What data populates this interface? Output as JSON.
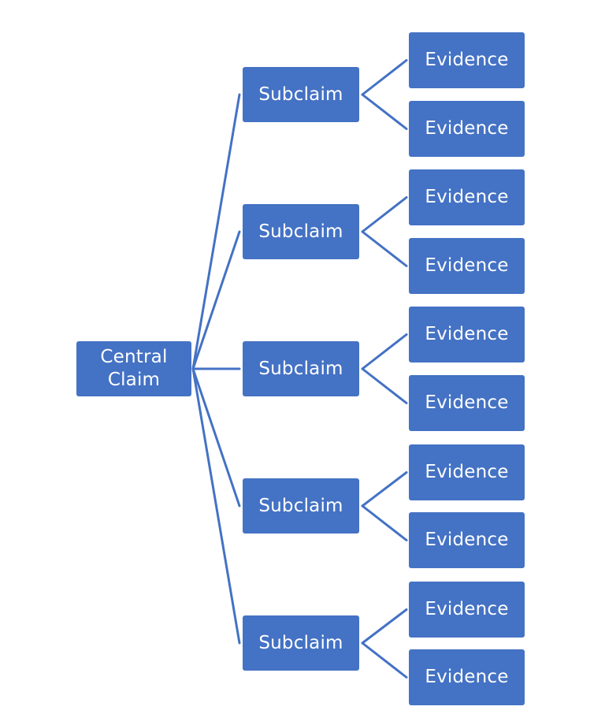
{
  "colors": {
    "node_fill": "#4472C4",
    "connector": "#4472C4",
    "text": "#FFFFFF",
    "background": "#FFFFFF"
  },
  "central": {
    "label": "Central\nClaim"
  },
  "subclaims": [
    {
      "label": "Subclaim",
      "evidence": [
        {
          "label": "Evidence"
        },
        {
          "label": "Evidence"
        }
      ]
    },
    {
      "label": "Subclaim",
      "evidence": [
        {
          "label": "Evidence"
        },
        {
          "label": "Evidence"
        }
      ]
    },
    {
      "label": "Subclaim",
      "evidence": [
        {
          "label": "Evidence"
        },
        {
          "label": "Evidence"
        }
      ]
    },
    {
      "label": "Subclaim",
      "evidence": [
        {
          "label": "Evidence"
        },
        {
          "label": "Evidence"
        }
      ]
    },
    {
      "label": "Subclaim",
      "evidence": [
        {
          "label": "Evidence"
        },
        {
          "label": "Evidence"
        }
      ]
    }
  ]
}
